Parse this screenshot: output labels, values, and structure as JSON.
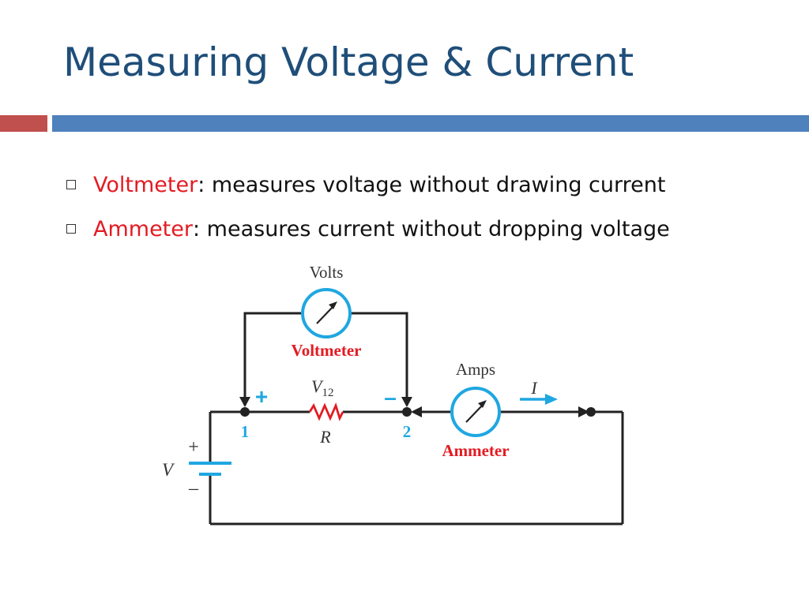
{
  "title": "Measuring Voltage & Current",
  "bullets": [
    {
      "term": "Voltmeter",
      "text": ": measures voltage without drawing current"
    },
    {
      "term": "Ammeter",
      "text": ": measures current without dropping voltage"
    }
  ],
  "diagram": {
    "volts_label": "Volts",
    "voltmeter_label": "Voltmeter",
    "amps_label": "Amps",
    "ammeter_label": "Ammeter",
    "current_label": "I",
    "v12_main": "V",
    "v12_sub": "12",
    "resistor_label": "R",
    "node1_label": "1",
    "node2_label": "2",
    "plus_node": "+",
    "minus_node": "–",
    "source_label": "V",
    "source_plus": "+",
    "source_minus": "–",
    "colors": {
      "meter_blue": "#1fa7e1",
      "label_red": "#e31b23",
      "wire": "#222222"
    }
  }
}
